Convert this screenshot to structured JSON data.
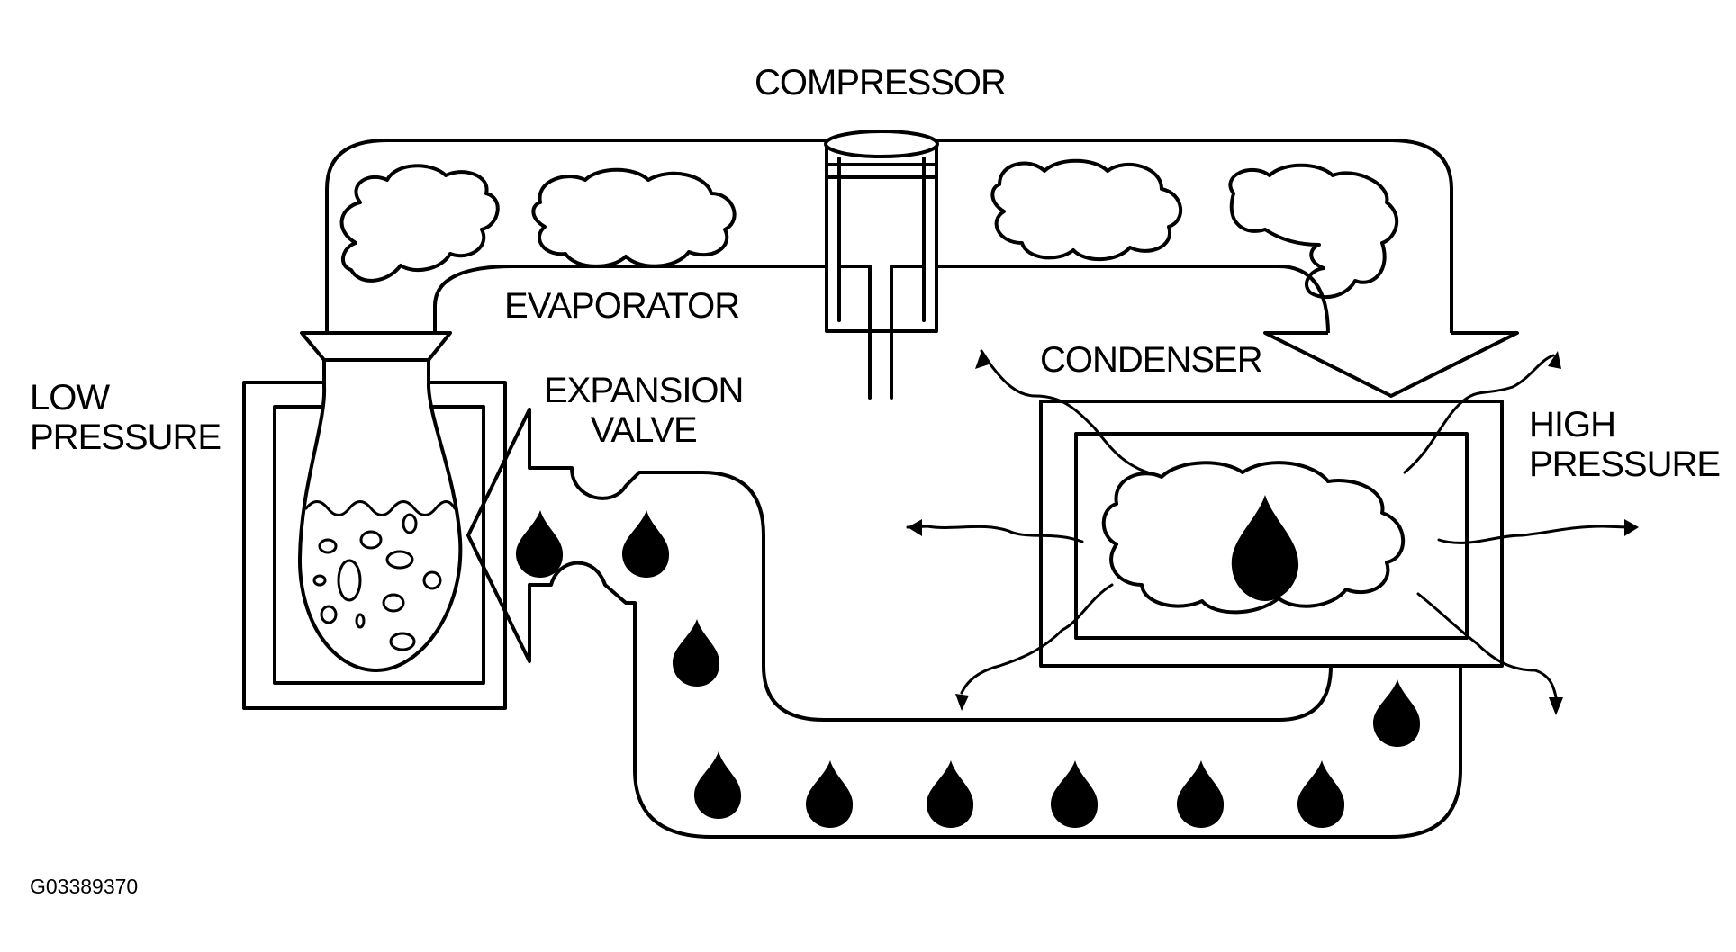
{
  "labels": {
    "compressor": "COMPRESSOR",
    "evaporator": "EVAPORATOR",
    "condenser": "CONDENSER",
    "expansion_valve": [
      "EXPANSION",
      "VALVE"
    ],
    "low_pressure": [
      "LOW",
      "PRESSURE"
    ],
    "high_pressure": [
      "HIGH",
      "PRESSURE"
    ]
  },
  "figure_id": "G03389370",
  "colors": {
    "line": "#000000",
    "background": "#ffffff"
  }
}
